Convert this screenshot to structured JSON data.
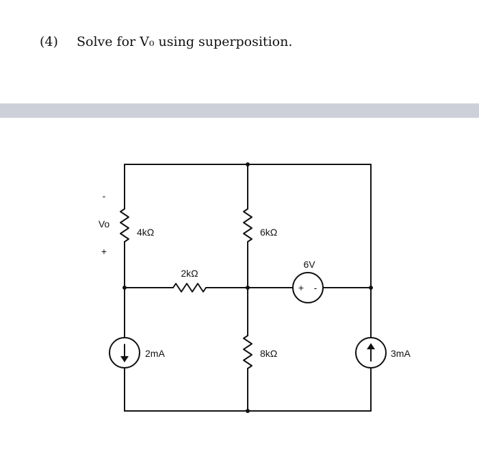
{
  "problem": {
    "number": "(4)",
    "statement": "Solve for V₀ using superposition."
  },
  "circuit": {
    "resistors": {
      "r_4k": "4kΩ",
      "r_6k": "6kΩ",
      "r_2k": "2kΩ",
      "r_8k": "8kΩ"
    },
    "sources": {
      "current_2ma": "2mA",
      "current_3ma": "3mA",
      "voltage_6v": "6V",
      "voltage_plus": "+",
      "voltage_minus": "-"
    },
    "output": {
      "label": "Vo",
      "minus": "-",
      "plus": "+"
    }
  },
  "colors": {
    "divider": "#cdd0d8",
    "wire": "#111111"
  }
}
